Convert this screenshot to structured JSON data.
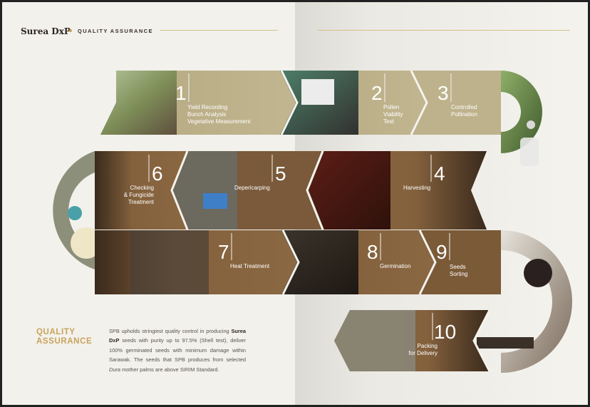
{
  "header": {
    "brand": "Surea DxP",
    "section": "QUALITY ASSURANCE"
  },
  "quality": {
    "heading_line1": "QUALITY",
    "heading_line2": "ASSURANCE",
    "p1": "SPB upholds stringiest quality control in producing ",
    "brand": "Surea DxP",
    "p2": " seeds with purity up to 97.5% (Shell test), deliver 100% germinated seeds with minimum damage within Sarawak. The seeds that SPB produces from selected ",
    "dura": "Dura",
    "p3": " mother palms are above SIRIM Standard."
  },
  "steps": [
    {
      "num": "1",
      "lines": [
        "Yield Recording",
        "Bunch Analysis",
        "Vegetative Measurement"
      ]
    },
    {
      "num": "2",
      "lines": [
        "Pollen",
        "Viability",
        "Test"
      ]
    },
    {
      "num": "3",
      "lines": [
        "Controlled",
        "Pollination"
      ]
    },
    {
      "num": "4",
      "lines": [
        "Harvesting"
      ]
    },
    {
      "num": "5",
      "lines": [
        "Depericarping"
      ]
    },
    {
      "num": "6",
      "lines": [
        "Checking",
        "& Fungicide",
        "Treatment"
      ]
    },
    {
      "num": "7",
      "lines": [
        "Heat Treatment"
      ]
    },
    {
      "num": "8",
      "lines": [
        "Germination"
      ]
    },
    {
      "num": "9",
      "lines": [
        "Seeds",
        "Sorting"
      ]
    },
    {
      "num": "10",
      "lines": [
        "Packing",
        "for Delivery"
      ]
    }
  ],
  "colors": {
    "gold": "#c9a35a",
    "khaki": "#b7ab84",
    "brown": "#7b5a38",
    "dark_brown": "#5e4129"
  }
}
